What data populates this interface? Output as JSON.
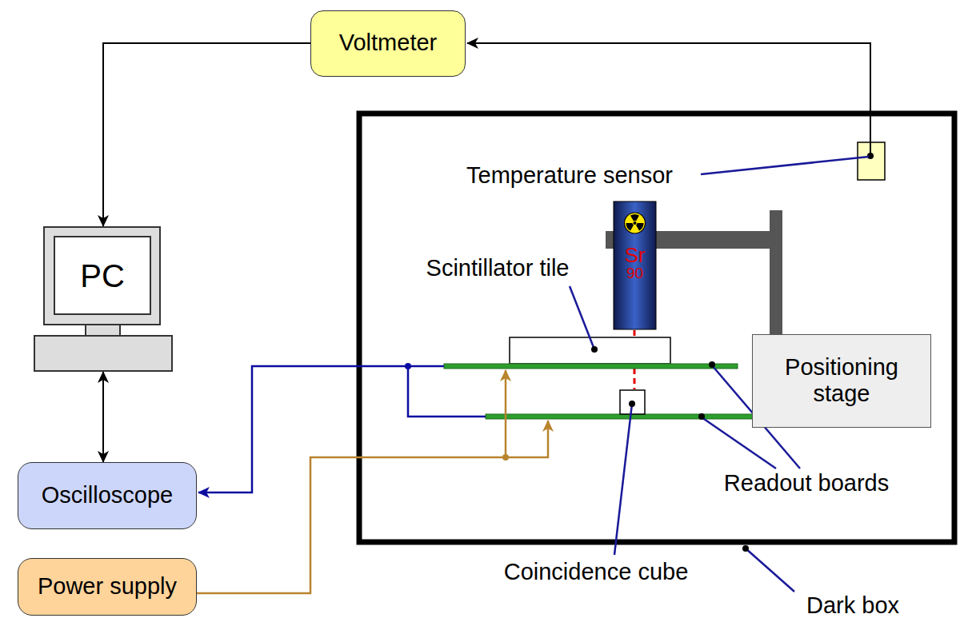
{
  "diagram": {
    "nodes": [
      {
        "text": [
          "Voltmeter"
        ]
      },
      {
        "text": [
          "PC"
        ]
      },
      {
        "text": [
          "Sr",
          "90"
        ]
      },
      {
        "text": [
          "Positioning stage"
        ]
      },
      {
        "text": [
          "Oscilloscope"
        ]
      },
      {
        "text": [
          "Power supply"
        ]
      }
    ],
    "edges": [
      {
        "from": 0,
        "to": 1,
        "arrow": "to"
      },
      {
        "from": 1,
        "to": 4,
        "arrow": "both"
      }
    ],
    "labels": [
      "Temperature sensor",
      "Scintillator tile",
      "Readout boards",
      "Coincidence cube",
      "Dark box"
    ]
  }
}
